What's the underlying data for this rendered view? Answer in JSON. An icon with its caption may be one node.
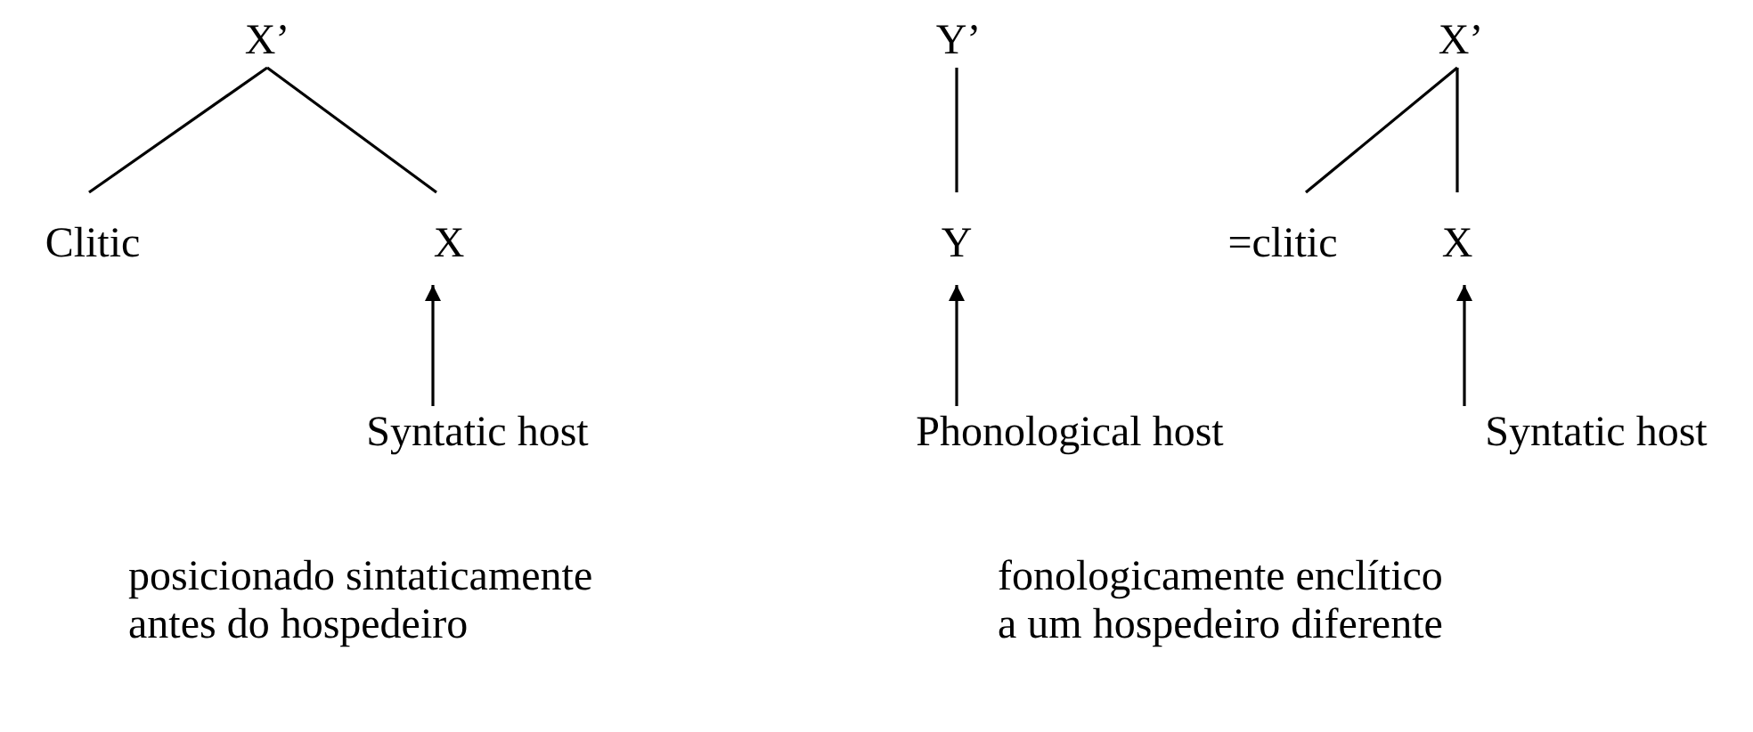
{
  "diagram": {
    "nodes": [
      {
        "text": [
          "X’"
        ]
      },
      {
        "text": [
          "Clitic"
        ]
      },
      {
        "text": [
          "X"
        ]
      },
      {
        "text": [
          "Syntatic host"
        ]
      },
      {
        "text": [
          "Y’"
        ]
      },
      {
        "text": [
          "X’"
        ]
      },
      {
        "text": [
          "Y"
        ]
      },
      {
        "text": [
          "=clitic"
        ]
      },
      {
        "text": [
          "X"
        ]
      },
      {
        "text": [
          "Phonological host"
        ]
      },
      {
        "text": [
          "Syntatic host"
        ]
      }
    ],
    "edges": [
      {
        "from": 0,
        "to": 1,
        "arrow": "none"
      },
      {
        "from": 0,
        "to": 2,
        "arrow": "none"
      },
      {
        "from": 3,
        "to": 2,
        "arrow": "to"
      },
      {
        "from": 4,
        "to": 6,
        "arrow": "none"
      },
      {
        "from": 5,
        "to": 7,
        "arrow": "none"
      },
      {
        "from": 5,
        "to": 8,
        "arrow": "none"
      },
      {
        "from": 9,
        "to": 6,
        "arrow": "to"
      },
      {
        "from": 10,
        "to": 8,
        "arrow": "to"
      }
    ],
    "labels": [
      "posicionado sintaticamente antes do hospedeiro",
      "fonologicamente enclítico a um hospedeiro diferente"
    ]
  }
}
